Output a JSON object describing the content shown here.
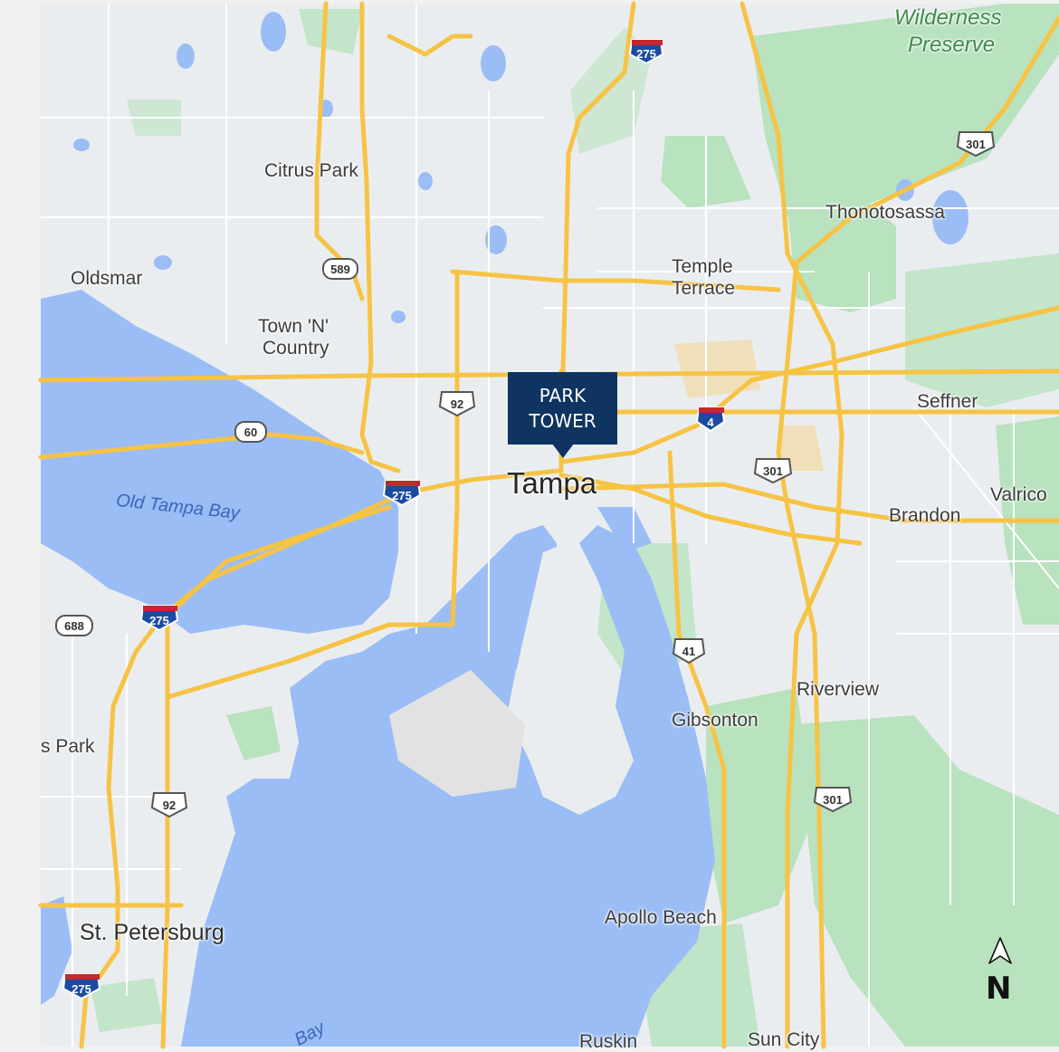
{
  "map": {
    "callout": {
      "line1": "PARK",
      "line2": "TOWER"
    },
    "labels": {
      "tampa": "Tampa",
      "citrus_park": "Citrus Park",
      "oldsmar": "Oldsmar",
      "town_n_country_1": "Town 'N'",
      "town_n_country_2": "Country",
      "temple_terrace_1": "Temple",
      "temple_terrace_2": "Terrace",
      "thonotosassa": "Thonotosassa",
      "seffner": "Seffner",
      "valrico": "Valrico",
      "brandon": "Brandon",
      "riverview": "Riverview",
      "gibsonton": "Gibsonton",
      "apollo_beach": "Apollo Beach",
      "ruskin": "Ruskin",
      "sun_city": "Sun City",
      "st_petersburg": "St. Petersburg",
      "pinellas_park": "s Park",
      "wilderness_1": "Wilderness",
      "wilderness_2": "Preserve",
      "old_tampa_bay": "Old Tampa Bay",
      "tampa_bay": "Bay"
    },
    "shields": {
      "i275_north": "275",
      "i275_west": "275",
      "i275_south": "275",
      "i275_stpete": "275",
      "i4": "4",
      "us301_north": "301",
      "us301_mid": "301",
      "us301_south": "301",
      "us41": "41",
      "us92_north": "92",
      "us92_south": "92",
      "sr60": "60",
      "cr589": "589",
      "cr688": "688"
    },
    "north_arrow": "N",
    "colors": {
      "water": "#9bbdf5",
      "land": "#eaedf0",
      "park": "#b7e0bd",
      "highway": "#f6c344",
      "interstate_shield": "#1a4ba0",
      "callout": "#0f3462"
    }
  }
}
